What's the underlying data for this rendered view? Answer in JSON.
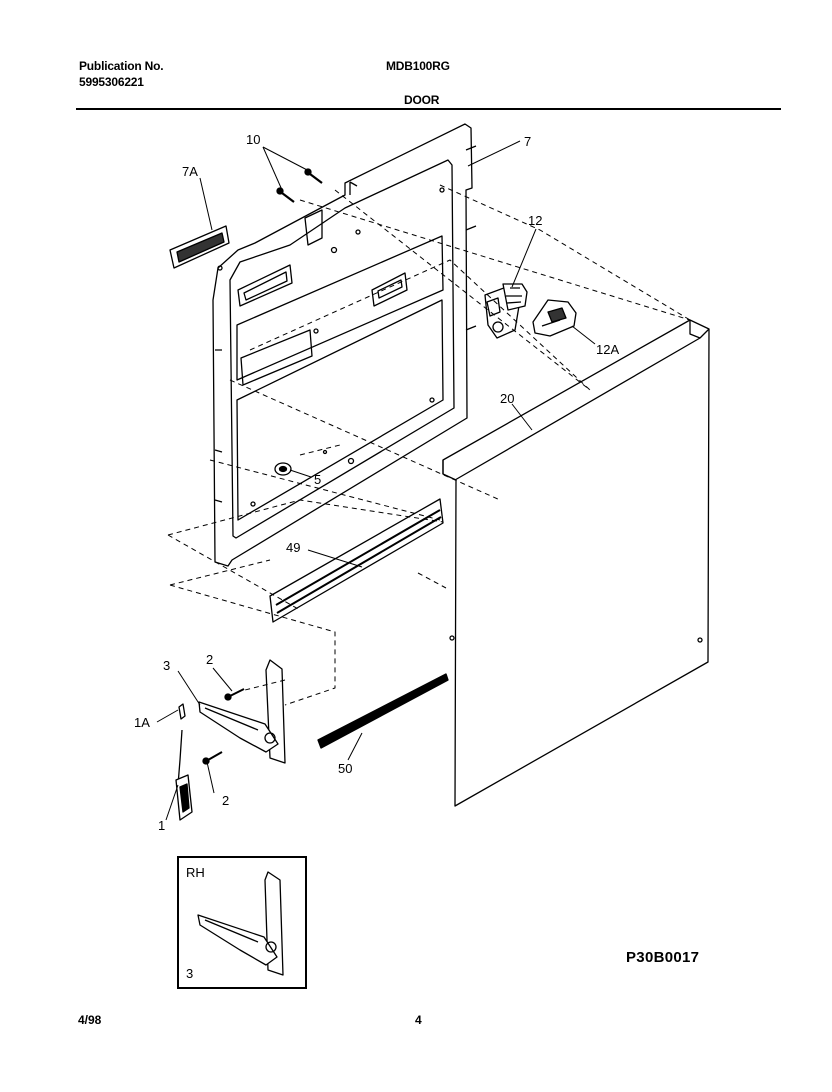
{
  "header": {
    "publication_label": "Publication No.",
    "publication_number": "5995306221",
    "model": "MDB100RG",
    "section": "DOOR"
  },
  "callouts": {
    "p10": "10",
    "p7": "7",
    "p7A": "7A",
    "p12": "12",
    "p12A": "12A",
    "p20": "20",
    "p5": "5",
    "p49": "49",
    "p3": "3",
    "p2a": "2",
    "p1A": "1A",
    "p2b": "2",
    "p50": "50",
    "p1": "1"
  },
  "inset": {
    "side_label": "RH",
    "part_label": "3"
  },
  "footer": {
    "date": "4/98",
    "page_number": "4",
    "drawing_code": "P30B0017"
  }
}
